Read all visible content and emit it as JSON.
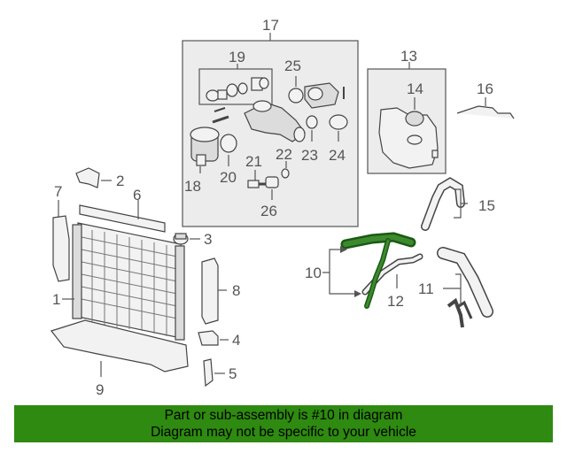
{
  "callouts": {
    "c1": "1",
    "c2": "2",
    "c3": "3",
    "c4": "4",
    "c5": "5",
    "c6": "6",
    "c7": "7",
    "c8": "8",
    "c9": "9",
    "c10": "10",
    "c11": "11",
    "c12": "12",
    "c13": "13",
    "c14": "14",
    "c15": "15",
    "c16": "16",
    "c17": "17",
    "c18": "18",
    "c19": "19",
    "c20": "20",
    "c21": "21",
    "c22": "22",
    "c23": "23",
    "c24": "24",
    "c25": "25",
    "c26": "26"
  },
  "highlight_color": "#2e8a10",
  "hose_color": "#1a5a14",
  "banner": {
    "line1": "Part or sub-assembly is #10 in diagram",
    "line2": "Diagram may not be specific to your vehicle"
  }
}
